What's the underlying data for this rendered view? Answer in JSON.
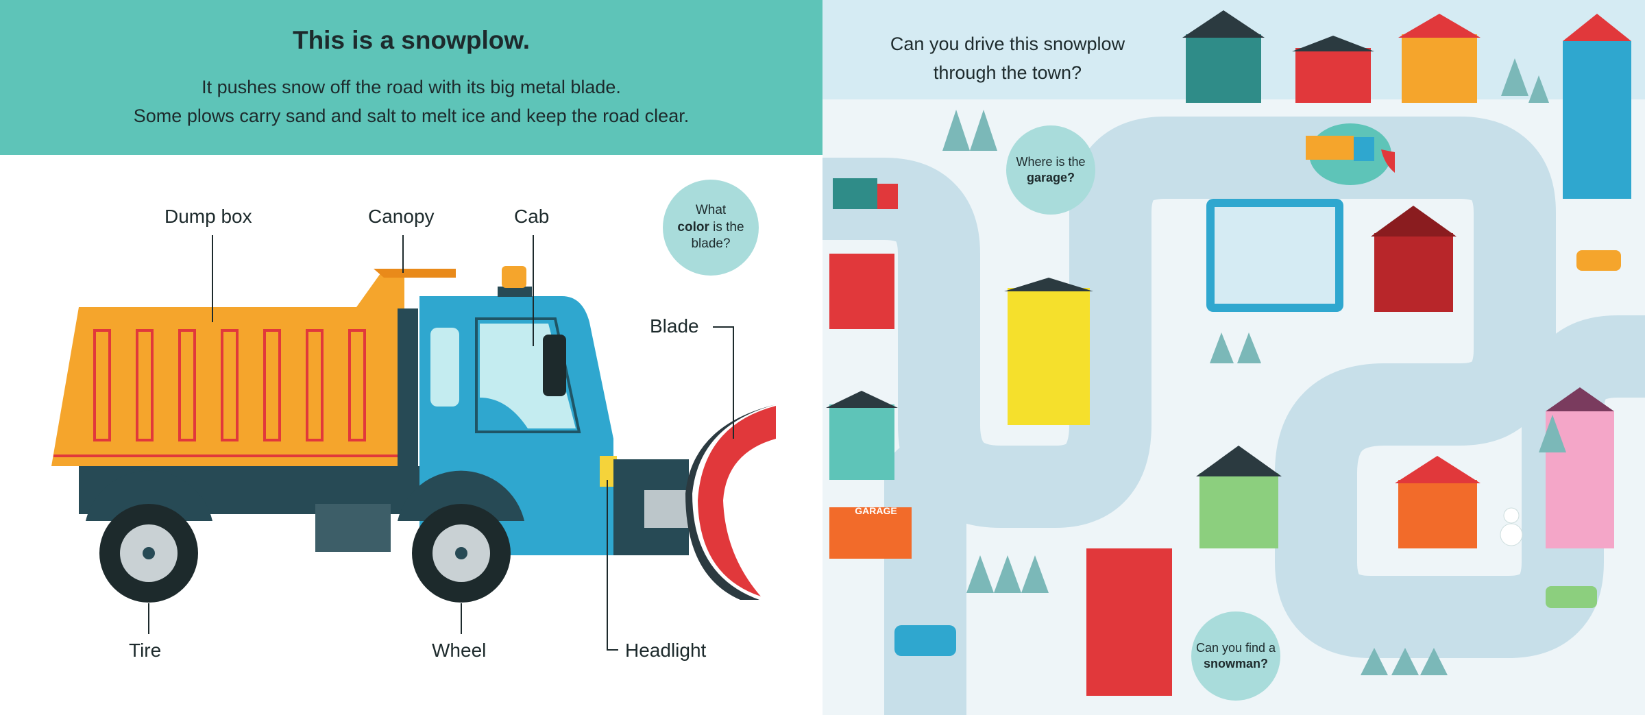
{
  "left_page": {
    "title": "This is a snowplow.",
    "description_lines": [
      "It pushes snow off the road with its big metal blade.",
      "Some plows carry sand and salt to melt ice and keep the road clear."
    ],
    "labels": {
      "dump_box": "Dump box",
      "canopy": "Canopy",
      "cab": "Cab",
      "blade": "Blade",
      "tire": "Tire",
      "wheel": "Wheel",
      "headlight": "Headlight"
    },
    "bubble": {
      "pre": "What",
      "bold": "color",
      "post": "is the blade?"
    }
  },
  "right_page": {
    "question": "Can you drive this snowplow through the town?",
    "bubble_garage": {
      "pre": "Where is the",
      "bold": "garage?"
    },
    "bubble_snowman": {
      "pre": "Can you find a",
      "bold": "snowman?"
    },
    "garage_sign": "GARAGE"
  },
  "colors": {
    "header": "#5ec4b8",
    "dump_box": "#f5a52c",
    "cab": "#2fa7cf",
    "blade": "#e1383b",
    "bubble": "#a9dcdb",
    "road": "#c7dfe9"
  }
}
